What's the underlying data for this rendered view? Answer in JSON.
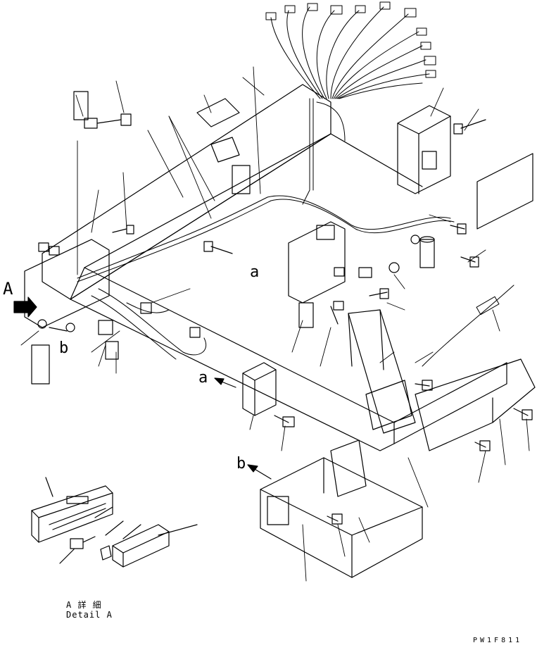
{
  "diagram": {
    "callouts": {
      "view_a": "A",
      "arrow_a": "a",
      "arrow_b": "b",
      "view_a_small": "a",
      "view_b_small": "b"
    },
    "detail_caption": {
      "japanese": "A 詳 細",
      "english": "Detail A"
    },
    "drawing_code": "PW1F811"
  }
}
